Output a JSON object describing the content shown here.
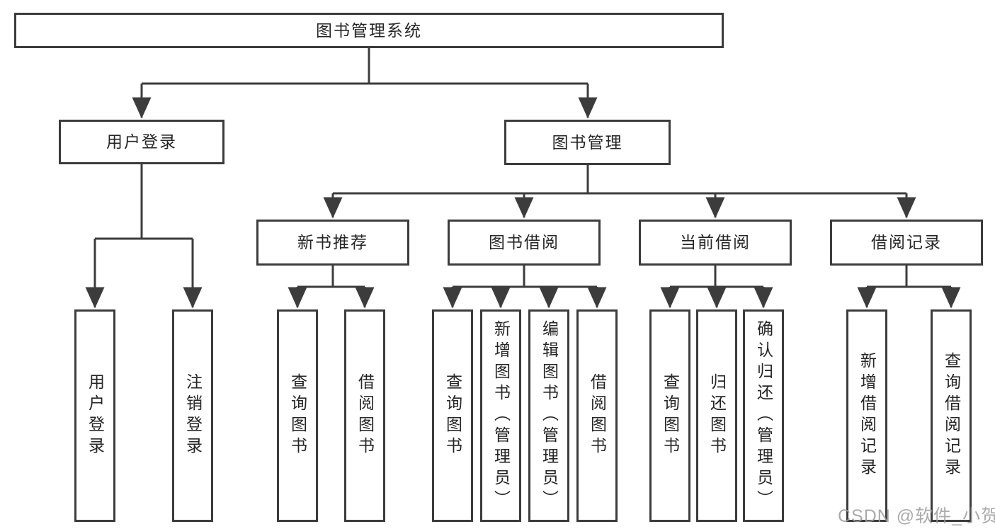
{
  "colors": {
    "line": "#3c3c3c",
    "text": "#262626",
    "background": "#ffffff",
    "watermark": "#9c9c9c"
  },
  "watermark": "CSDN @软件_小贺同学",
  "tree": {
    "root": "图书管理系统",
    "branches": [
      {
        "label": "用户登录",
        "children": [
          "用户登录",
          "注销登录"
        ]
      },
      {
        "label": "图书管理",
        "groups": [
          {
            "label": "新书推荐",
            "children": [
              "查询图书",
              "借阅图书"
            ]
          },
          {
            "label": "图书借阅",
            "children": [
              "查询图书",
              "新增图书（管理员）",
              "编辑图书（管理员）",
              "借阅图书"
            ]
          },
          {
            "label": "当前借阅",
            "children": [
              "查询图书",
              "归还图书",
              "确认归还（管理员）"
            ]
          },
          {
            "label": "借阅记录",
            "children": [
              "新增借阅记录",
              "查询借阅记录"
            ]
          }
        ]
      }
    ]
  }
}
